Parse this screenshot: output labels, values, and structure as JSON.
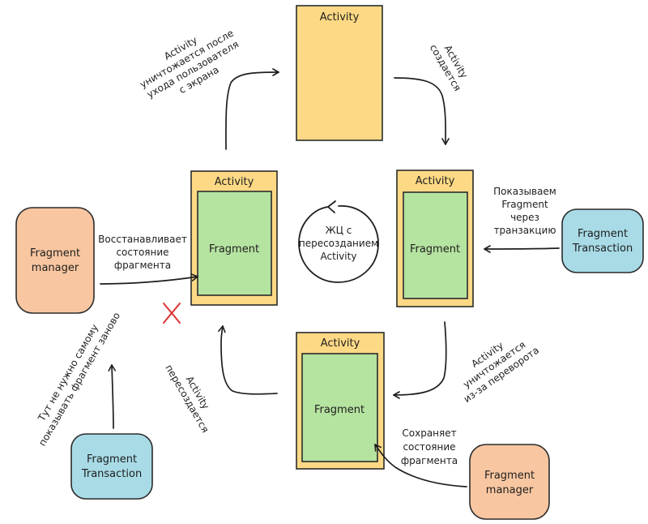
{
  "nodes": {
    "top_activity": "Activity",
    "left_activity": "Activity",
    "left_fragment": "Fragment",
    "right_activity": "Activity",
    "right_fragment": "Fragment",
    "bottom_activity": "Activity",
    "bottom_fragment": "Fragment",
    "left_manager": [
      "Fragment",
      "manager"
    ],
    "bottom_manager": [
      "Fragment",
      "manager"
    ],
    "right_transaction": [
      "Fragment",
      "Transaction"
    ],
    "bottom_left_transaction": [
      "Fragment",
      "Transaction"
    ],
    "center_circle": [
      "ЖЦ с",
      "пересозданием",
      "Activity"
    ]
  },
  "labels": {
    "destroyed_user_left": [
      "Activity",
      "уничтожается после",
      "ухода пользователя",
      "с экрана"
    ],
    "created": [
      "Activity",
      "создается"
    ],
    "show_fragment": [
      "Показываем",
      "Fragment",
      "через",
      "транзакцию"
    ],
    "restore_state": [
      "Восстанавливает",
      "состояние",
      "фрагмента"
    ],
    "destroyed_rotation": [
      "Activity",
      "уничтожается",
      "из-за переворота"
    ],
    "recreated": [
      "Activity",
      "пересоздается"
    ],
    "save_state": [
      "Сохраняет",
      "состояние",
      "фрагмента"
    ],
    "no_need": [
      "Тут не нужно самому",
      "показывать фрагмент заново"
    ]
  },
  "colors": {
    "activity": "#fdd985",
    "fragment": "#b5e3a0",
    "manager": "#f8c6a0",
    "transaction": "#a8dbe6",
    "cross": "#e03131"
  }
}
